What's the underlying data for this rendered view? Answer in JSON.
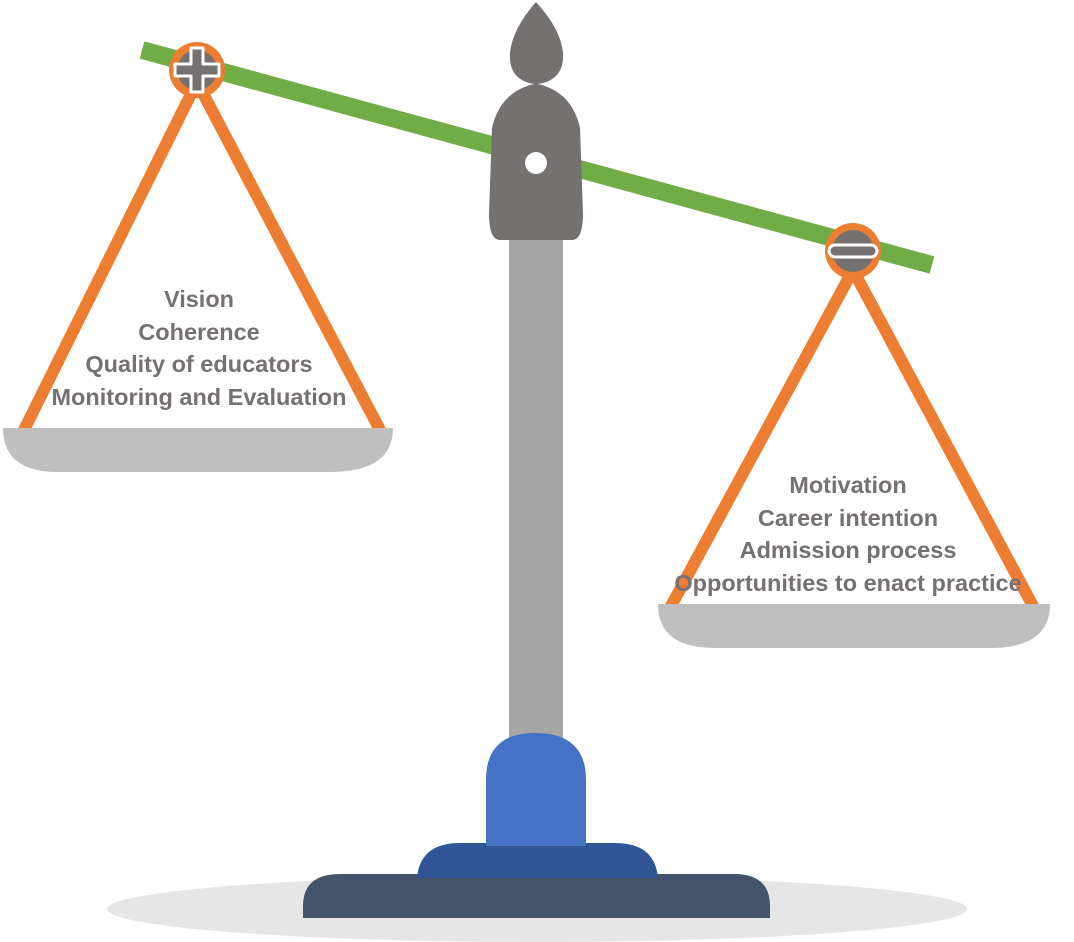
{
  "colors": {
    "beam": "#70ad47",
    "strings": "#ed7d31",
    "pans": "#bfbfbf",
    "column": "#a6a6a6",
    "head": "#767171",
    "base_upper": "#4472c4",
    "base_middle": "#2f5597",
    "base_lower": "#44546a",
    "shadow": "#e7e6e6",
    "text": "#767171"
  },
  "icons": {
    "left_pivot": "plus-icon",
    "right_pivot": "minus-icon"
  },
  "left_pan": {
    "items": [
      "Vision",
      "Coherence",
      "Quality of educators",
      "Monitoring and Evaluation"
    ]
  },
  "right_pan": {
    "items": [
      "Motivation",
      "Career intention",
      "Admission process",
      "Opportunities to enact practice"
    ]
  }
}
